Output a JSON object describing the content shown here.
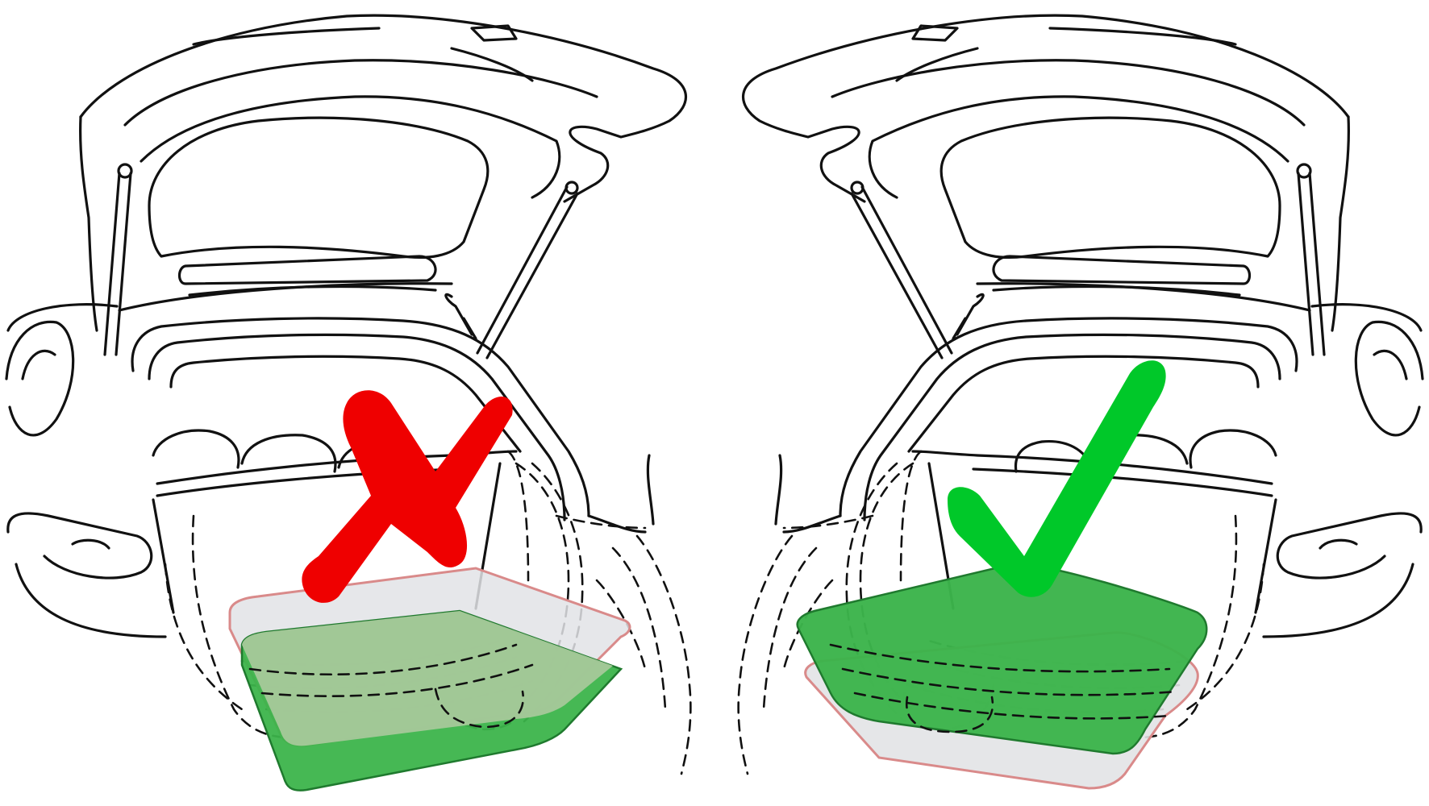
{
  "panels": [
    {
      "id": "left",
      "verdict": "incorrect",
      "verdict_icon": "cross-mark-icon",
      "mat_fit": "misaligned",
      "mat_color": "#3cb44b",
      "outline_color": "#d98a8a",
      "mark_color": "#ef0000"
    },
    {
      "id": "right",
      "verdict": "correct",
      "verdict_icon": "check-mark-icon",
      "mat_fit": "aligned",
      "mat_color": "#3cb44b",
      "outline_color": "#d98a8a",
      "mark_color": "#00c829"
    }
  ],
  "colors": {
    "line": "#111111",
    "background": "#ffffff",
    "floor_outline_fill": "#e2e3e6"
  }
}
